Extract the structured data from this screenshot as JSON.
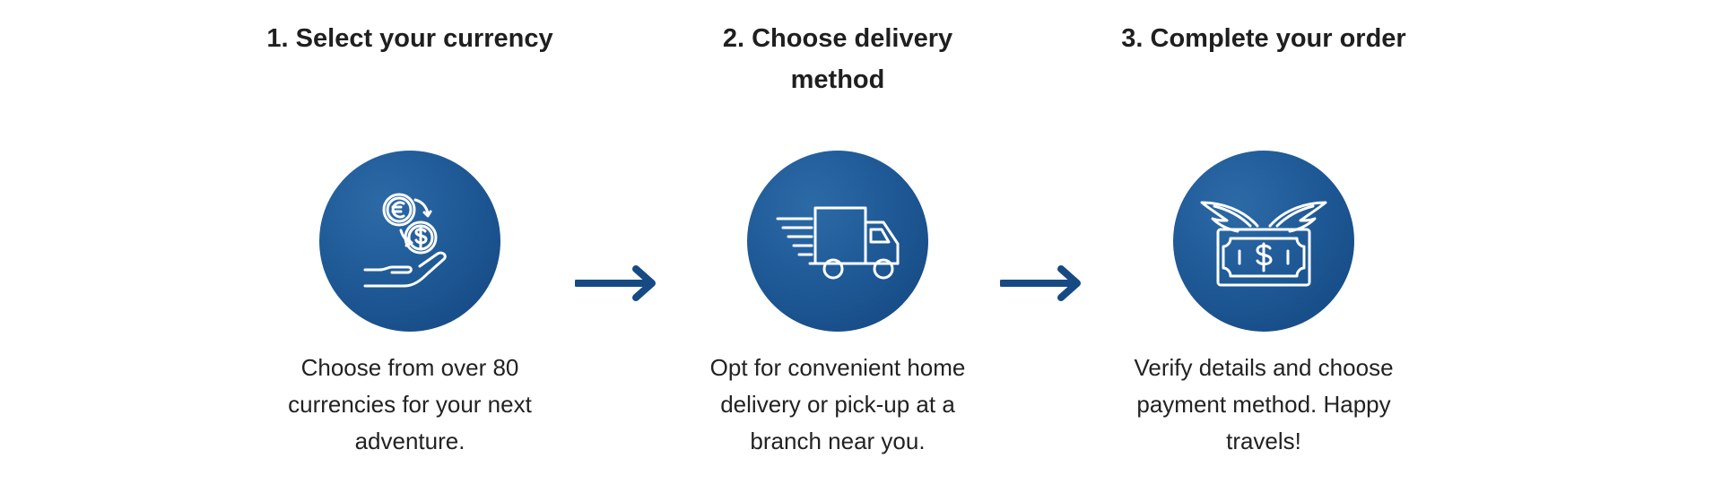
{
  "steps": [
    {
      "title": "1. Select your currency",
      "icon": "currency-exchange-hand-icon",
      "description": "Choose from over 80 currencies for your next adventure."
    },
    {
      "title": "2. Choose delivery method",
      "icon": "delivery-truck-icon",
      "description": "Opt for convenient home delivery or pick-up at a branch near you."
    },
    {
      "title": "3. Complete your order",
      "icon": "winged-banknote-icon",
      "description": "Verify details and choose payment method. Happy travels!"
    }
  ],
  "arrows": [
    "right-arrow-icon",
    "right-arrow-icon"
  ],
  "colors": {
    "circle": "#1f5a97",
    "arrow": "#174a83",
    "text": "#222222"
  }
}
